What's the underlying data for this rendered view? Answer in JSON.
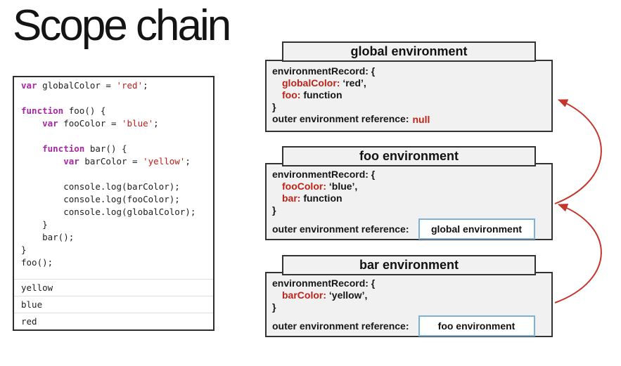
{
  "title": "Scope chain",
  "colors": {
    "keyword": "#a626a4",
    "string": "#c41a16",
    "code_text": "#1d1d1d",
    "diagram_red": "#bf2318",
    "arrow": "#c5352c",
    "box_fill": "#f1f1f1",
    "box_border": "#333333",
    "ref_border": "#7fb1d6",
    "divider": "#dddddd"
  },
  "code_block": {
    "lines": [
      [
        {
          "t": "var",
          "c": "kw"
        },
        {
          "t": " globalColor = ",
          "c": "pl"
        },
        {
          "t": "'red'",
          "c": "str"
        },
        {
          "t": ";",
          "c": "pl"
        }
      ],
      [],
      [
        {
          "t": "function",
          "c": "kw"
        },
        {
          "t": " foo() {",
          "c": "pl"
        }
      ],
      [
        {
          "t": "    ",
          "c": "pl"
        },
        {
          "t": "var",
          "c": "kw"
        },
        {
          "t": " fooColor = ",
          "c": "pl"
        },
        {
          "t": "'blue'",
          "c": "str"
        },
        {
          "t": ";",
          "c": "pl"
        }
      ],
      [],
      [
        {
          "t": "    ",
          "c": "pl"
        },
        {
          "t": "function",
          "c": "kw"
        },
        {
          "t": " bar() {",
          "c": "pl"
        }
      ],
      [
        {
          "t": "        ",
          "c": "pl"
        },
        {
          "t": "var",
          "c": "kw"
        },
        {
          "t": " barColor = ",
          "c": "pl"
        },
        {
          "t": "'yellow'",
          "c": "str"
        },
        {
          "t": ";",
          "c": "pl"
        }
      ],
      [],
      [
        {
          "t": "        console.log(barColor);",
          "c": "pl"
        }
      ],
      [
        {
          "t": "        console.log(fooColor);",
          "c": "pl"
        }
      ],
      [
        {
          "t": "        console.log(globalColor);",
          "c": "pl"
        }
      ],
      [
        {
          "t": "    }",
          "c": "pl"
        }
      ],
      [
        {
          "t": "    bar();",
          "c": "pl"
        }
      ],
      [
        {
          "t": "}",
          "c": "pl"
        }
      ],
      [
        {
          "t": "foo();",
          "c": "pl"
        }
      ]
    ],
    "output": [
      "yellow",
      "blue",
      "red"
    ]
  },
  "environments": [
    {
      "id": "global",
      "title": "global environment",
      "record_open": "environmentRecord: {",
      "entries": [
        {
          "name": "globalColor:",
          "value": " ‘red’,"
        },
        {
          "name": "foo:",
          "value": " function"
        }
      ],
      "record_close": "}",
      "outer_label": "outer environment reference:",
      "outer_value": "null",
      "outer_boxed": false
    },
    {
      "id": "foo",
      "title": "foo environment",
      "record_open": "environmentRecord: {",
      "entries": [
        {
          "name": "fooColor:",
          "value": " ‘blue’,"
        },
        {
          "name": "bar:",
          "value": " function"
        }
      ],
      "record_close": "}",
      "outer_label": "outer environment reference:",
      "outer_value": "global environment",
      "outer_boxed": true
    },
    {
      "id": "bar",
      "title": "bar environment",
      "record_open": "environmentRecord: {",
      "entries": [
        {
          "name": "barColor:",
          "value": " ‘yellow’,"
        }
      ],
      "record_close": "}",
      "outer_label": "outer environment reference:",
      "outer_value": "foo environment",
      "outer_boxed": true
    }
  ],
  "arrows": [
    {
      "name": "foo-to-global",
      "from": "foo environment",
      "to": "global environment"
    },
    {
      "name": "bar-to-foo",
      "from": "bar environment",
      "to": "foo environment"
    }
  ]
}
